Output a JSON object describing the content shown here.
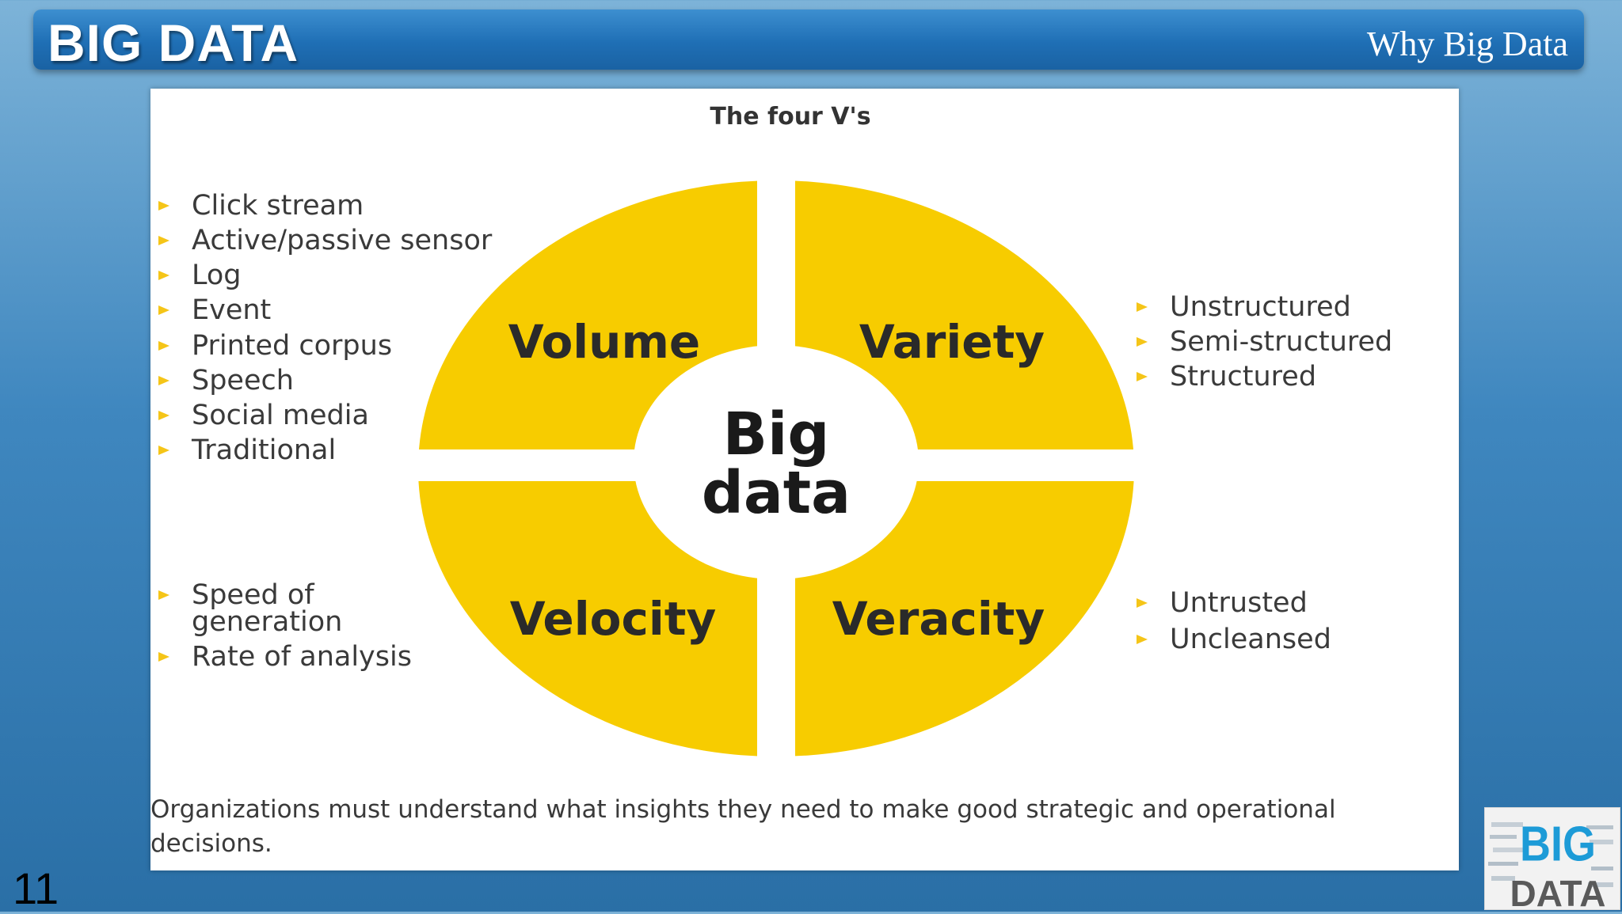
{
  "header": {
    "title": "BIG DATA",
    "subtitle": "Why Big Data"
  },
  "diagram": {
    "title": "The four V's",
    "center_line1": "Big",
    "center_line2": "data",
    "quadrants": [
      {
        "label": "Volume"
      },
      {
        "label": "Variety"
      },
      {
        "label": "Velocity"
      },
      {
        "label": "Veracity"
      }
    ],
    "volume_items": [
      "Click stream",
      "Active/passive sensor",
      "Log",
      "Event",
      "Printed corpus",
      "Speech",
      "Social media",
      "Traditional"
    ],
    "variety_items": [
      "Unstructured",
      "Semi-structured",
      "Structured"
    ],
    "velocity_items": [
      "Speed of generation",
      "Rate of analysis"
    ],
    "veracity_items": [
      "Untrusted",
      "Uncleansed"
    ],
    "colors": {
      "quadrant": "#f7cc00",
      "bullet": "#f5c518",
      "text": "#3a3a3a"
    }
  },
  "caption": "Organizations must understand what insights they need to make good strategic and operational decisions.",
  "slide_number": "11",
  "logo": {
    "top": "BIG",
    "bottom": "DATA"
  }
}
